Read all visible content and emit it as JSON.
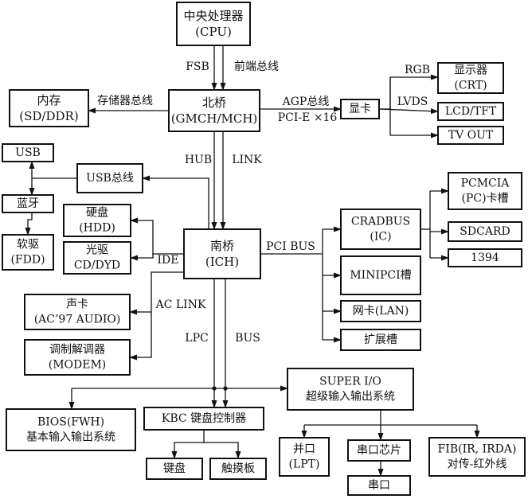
{
  "nodes": {
    "cpu": [
      "中央处理器",
      "(CPU)"
    ],
    "north": [
      "北桥",
      "(GMCH/MCH)"
    ],
    "mem": [
      "内存",
      "(SD/DDR)"
    ],
    "gpu": [
      "显卡"
    ],
    "crt": [
      "显示器",
      "(CRT)"
    ],
    "lcd": [
      "LCD/TFT"
    ],
    "tvout": [
      "TV OUT"
    ],
    "usbport": [
      "USB"
    ],
    "usbbus": [
      "USB总线"
    ],
    "bt": [
      "蓝牙"
    ],
    "fdd": [
      "软驱",
      "(FDD)"
    ],
    "hdd": [
      "硬盘",
      "(HDD)"
    ],
    "cd": [
      "光驱",
      "CD/DYD"
    ],
    "south": [
      "南桥",
      "(ICH)"
    ],
    "cardbus": [
      "CRADBUS",
      "(IC)"
    ],
    "pcmcia": [
      "PCMCIA",
      "(PC)卡槽"
    ],
    "sdcard": [
      "SDCARD"
    ],
    "p1394": [
      "1394"
    ],
    "minipci": [
      "MINIPCI槽"
    ],
    "lan": [
      "网卡(LAN)"
    ],
    "ext": [
      "扩展槽"
    ],
    "audio": [
      "声卡",
      "(AC’97 AUDIO)"
    ],
    "modem": [
      "调制解调器",
      "(MODEM)"
    ],
    "superio": [
      "SUPER I/O",
      "超级输入输出系统"
    ],
    "bios": [
      "BIOS(FWH)",
      "基本输入输出系统"
    ],
    "kbc": [
      "KBC 键盘控制器"
    ],
    "kbd": [
      "键盘"
    ],
    "touch": [
      "触摸板"
    ],
    "lpt": [
      "并口",
      "(LPT)"
    ],
    "serchip": [
      "串口芯片"
    ],
    "serial": [
      "串口"
    ],
    "fir": [
      "FIB(IR, IRDA)",
      "对传-红外线"
    ]
  },
  "labels": {
    "fsb": "FSB",
    "frontbus": "前端总线",
    "membus": "存储器总线",
    "agp": "AGP总线",
    "pcie": "PCI-E ×16",
    "rgb": "RGB",
    "lvds": "LVDS",
    "hub": "HUB",
    "link": "LINK",
    "pcibus": "PCI BUS",
    "ide": "IDE",
    "aclink": "AC LINK",
    "lpc": "LPC",
    "bus": "BUS"
  }
}
